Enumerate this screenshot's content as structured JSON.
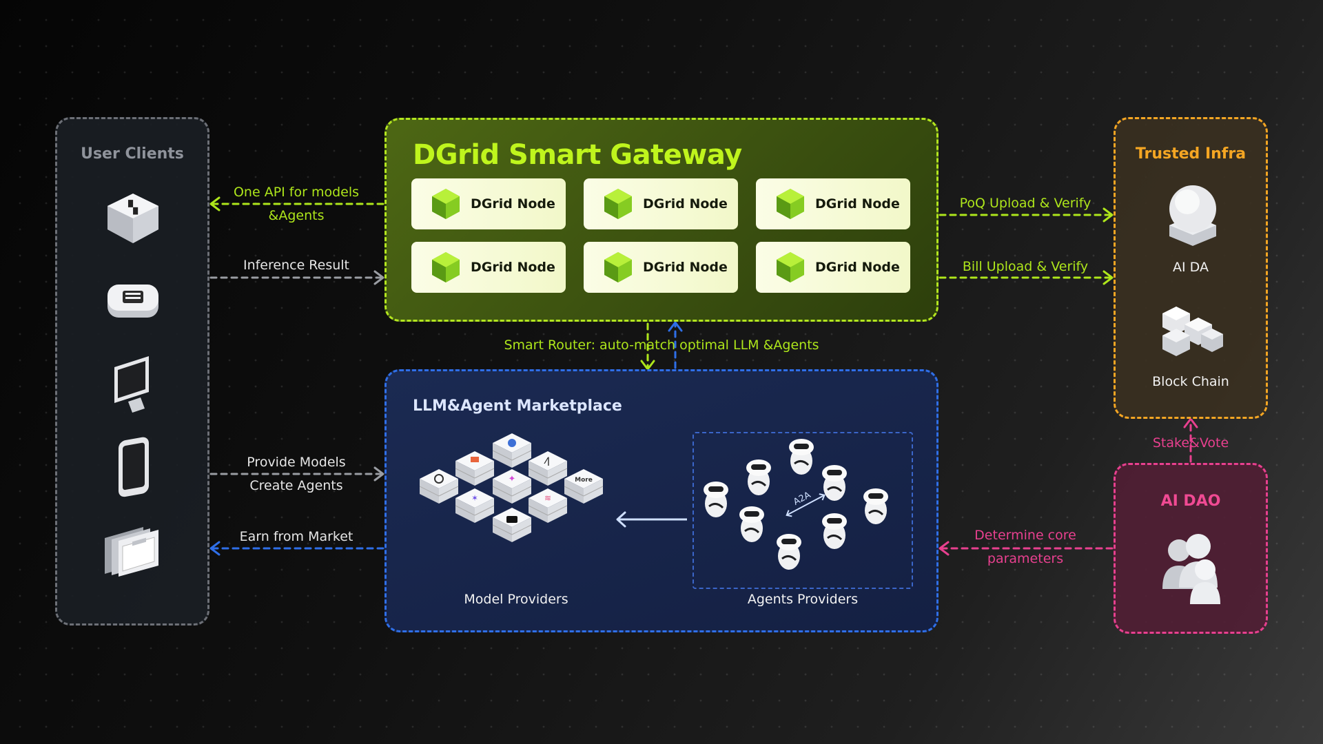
{
  "colors": {
    "accent_green": "#b3e61f",
    "accent_blue": "#2f6fe8",
    "accent_orange": "#f5a623",
    "accent_pink": "#e8408f"
  },
  "user_clients": {
    "title": "User Clients",
    "icons": [
      "cube-app-icon",
      "server-box-icon",
      "monitor-icon",
      "phone-icon",
      "browser-windows-icon"
    ]
  },
  "gateway": {
    "title": "DGrid Smart Gateway",
    "nodes": [
      "DGrid Node",
      "DGrid Node",
      "DGrid Node",
      "DGrid Node",
      "DGrid Node",
      "DGrid Node"
    ]
  },
  "marketplace": {
    "title": "LLM&Agent Marketplace",
    "model_providers": "Model Providers",
    "agents_providers": "Agents Providers",
    "more_label": "More",
    "a2a_label": "A2A"
  },
  "trusted_infra": {
    "title": "Trusted Infra",
    "items": [
      "AI DA",
      "Block Chain"
    ]
  },
  "dao": {
    "title": "AI DAO"
  },
  "flows": {
    "one_api": [
      "One API for models",
      "&Agents"
    ],
    "inference": "Inference Result",
    "provide": [
      "Provide Models",
      "Create Agents"
    ],
    "earn": "Earn from Market",
    "smart_router": "Smart Router: auto-match optimal LLM &Agents",
    "poq": "PoQ Upload & Verify",
    "bill": "Bill Upload & Verify",
    "stake": "Stake&Vote",
    "determine": [
      "Determine core",
      "parameters"
    ]
  }
}
